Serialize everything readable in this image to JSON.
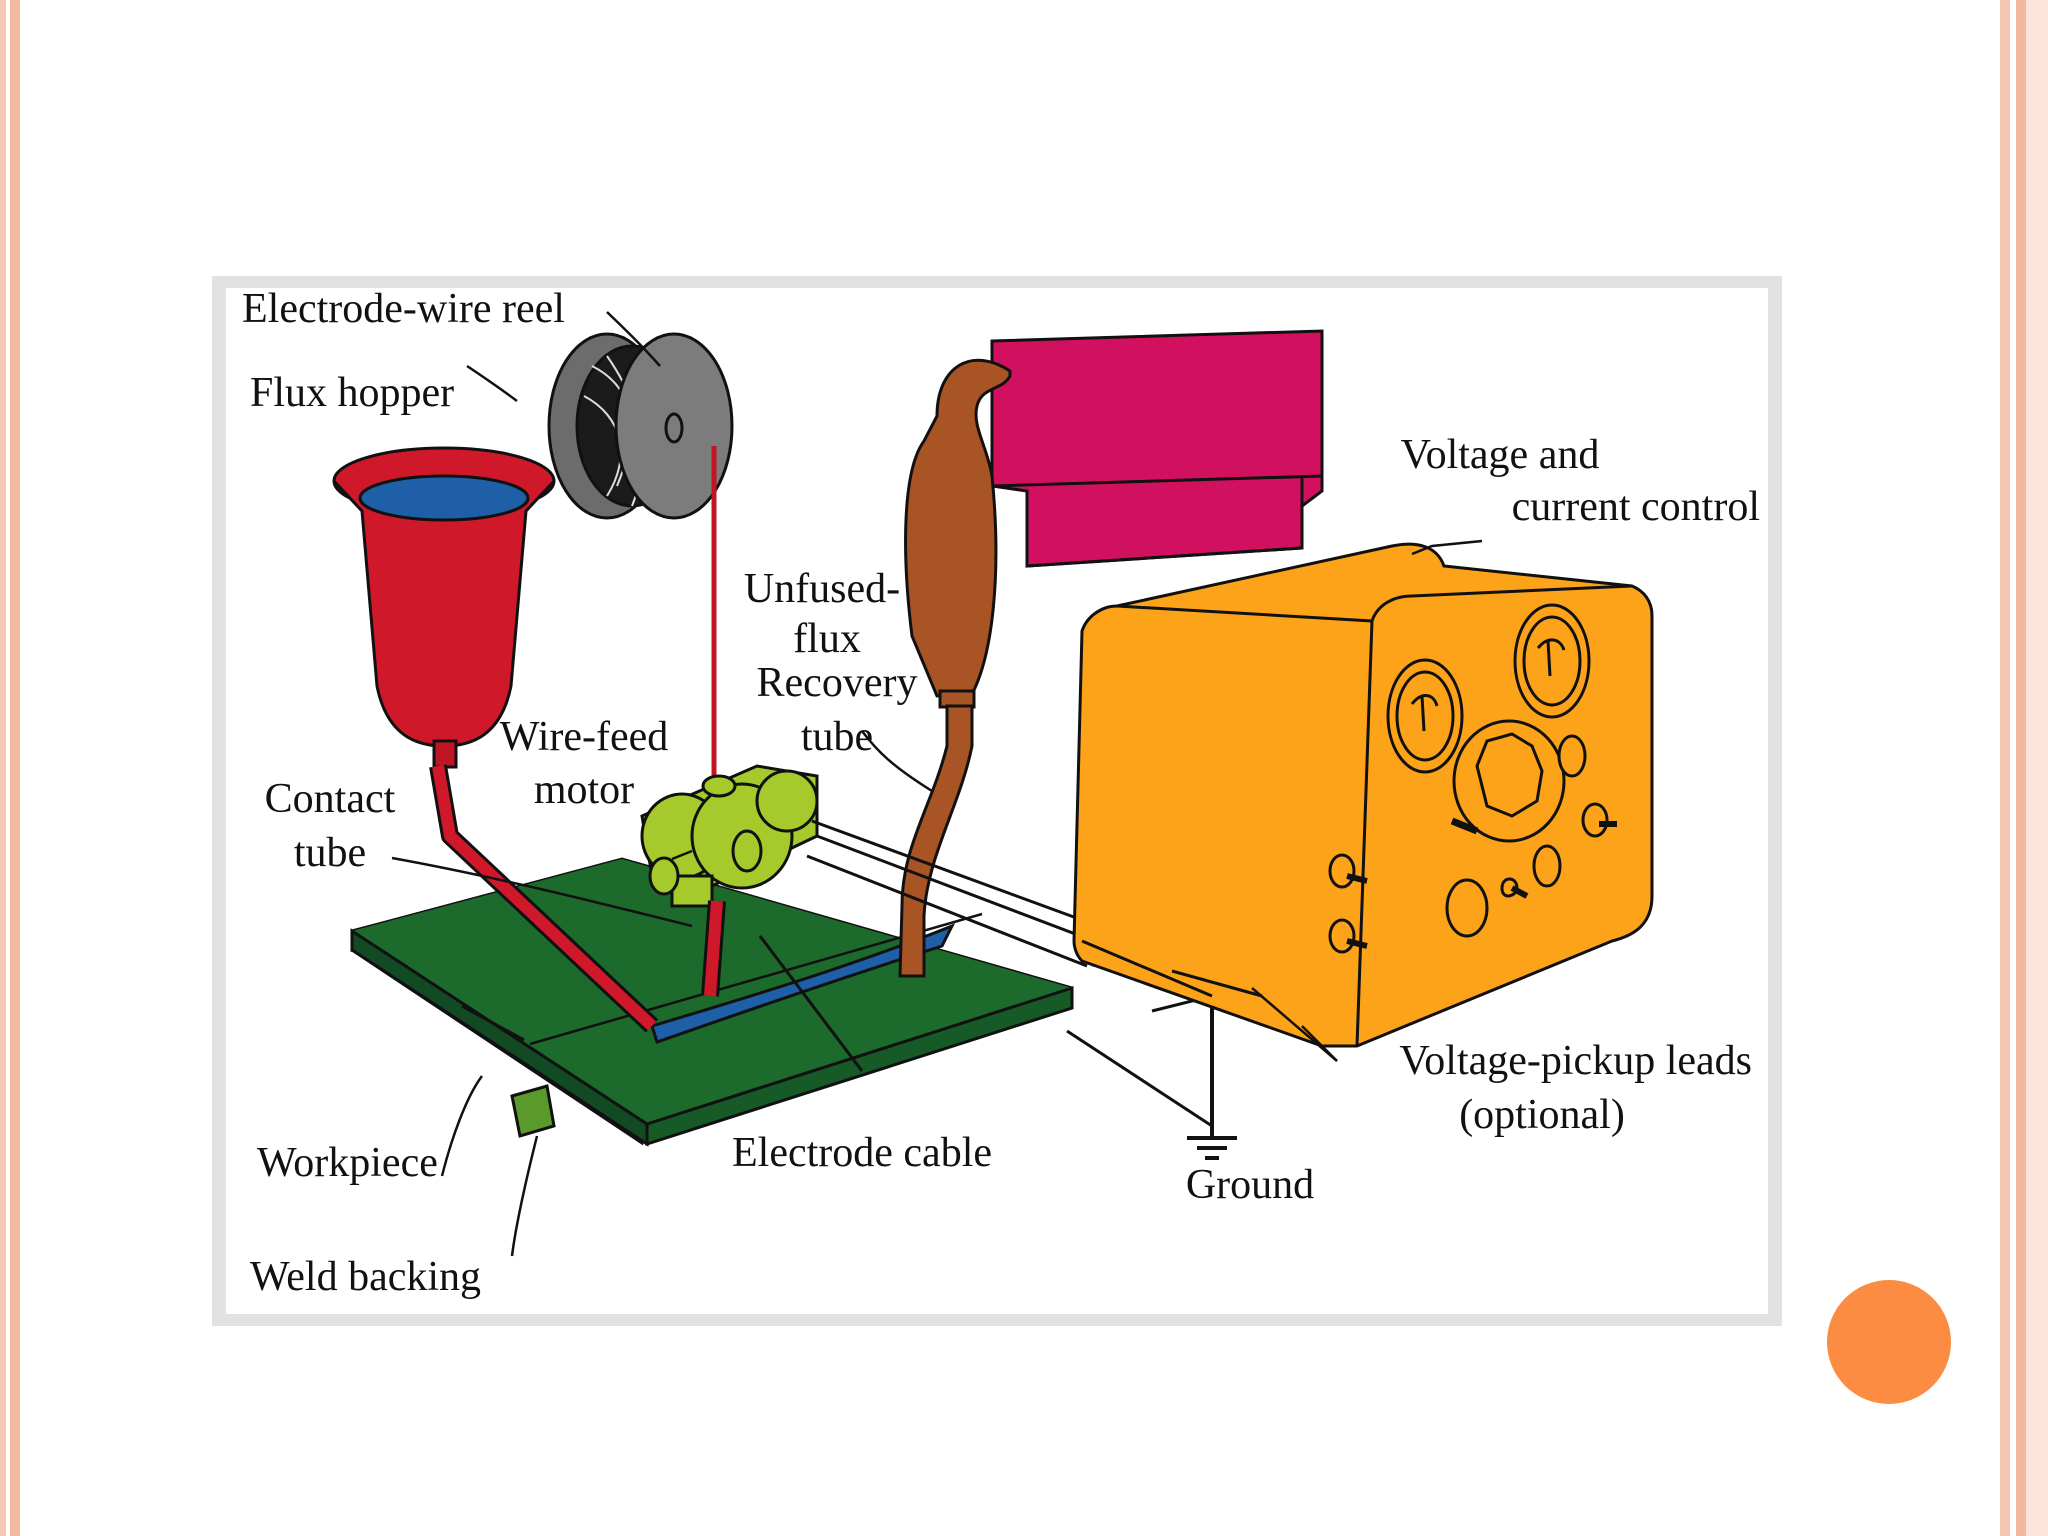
{
  "diagram": {
    "labels": {
      "electrode_wire_reel": "Electrode-wire reel",
      "flux_hopper": "Flux hopper",
      "voltage_current_line1": "Voltage and",
      "voltage_current_line2": "current control",
      "unfused_line1": "Unfused-",
      "unfused_line2": "flux",
      "recovery_line1": "Recovery",
      "recovery_line2": "tube",
      "wire_feed_line1": "Wire-feed",
      "wire_feed_line2": "motor",
      "contact_line1": "Contact",
      "contact_line2": "tube",
      "workpiece": "Workpiece",
      "weld_backing": "Weld backing",
      "electrode_cable": "Electrode cable",
      "ground": "Ground",
      "voltage_pickup_line1": "Voltage-pickup leads",
      "voltage_pickup_line2": "(optional)"
    },
    "colors": {
      "flux_hopper": "#d0182b",
      "flux": "#1f5fa8",
      "workpiece": "#1c6b2c",
      "wire_feed_motor": "#a6c92c",
      "recovery_tube": "#a85424",
      "recovery_box": "#d1105f",
      "control_box": "#fca31a",
      "reel": "#7c7c7c"
    }
  }
}
